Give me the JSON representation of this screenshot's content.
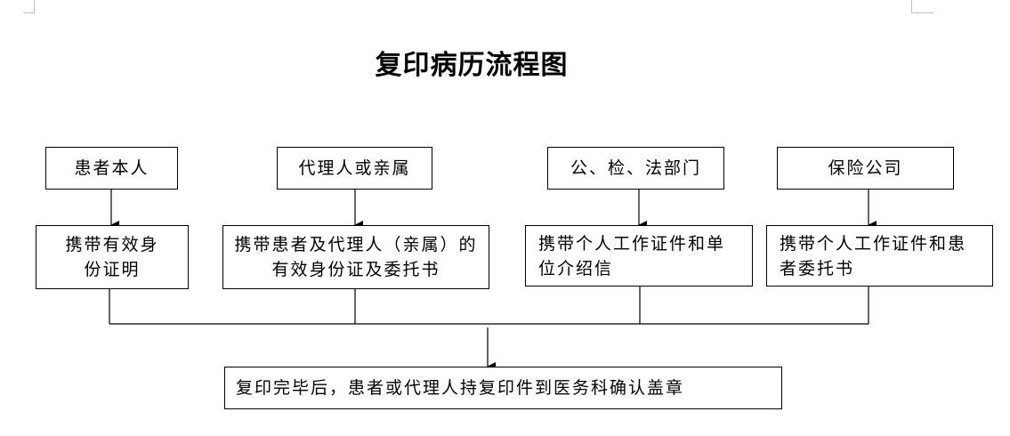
{
  "title": "复印病历流程图",
  "requesters": [
    {
      "label": "患者本人",
      "document": "携带有效身份证明"
    },
    {
      "label": "代理人或亲属",
      "document": "携带患者及代理人（亲属）的有效身份证及委托书"
    },
    {
      "label": "公、检、法部门",
      "document": "携带个人工作证件和单位介绍信"
    },
    {
      "label": "保险公司",
      "document": "携带个人工作证件和患者委托书"
    }
  ],
  "final_step": "复印完毕后，患者或代理人持复印件到医务科确认盖章"
}
